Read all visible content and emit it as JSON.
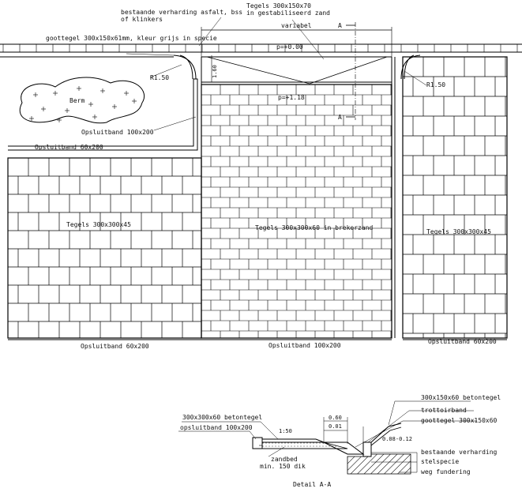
{
  "labels": {
    "existing_paving": "bestaande verharding asfalt, bss",
    "existing_paving_2": "of klinkers",
    "gutter_tile": "goottegel 300x150x61mm, kleur grijs in specie",
    "tiles_top": "Tegels 300x150x70",
    "tiles_top_2": "in gestabiliseerd zand",
    "variable": "variabel",
    "section_marker": "A",
    "level_zero": "p=+0.00",
    "level_center": "p=+1.18",
    "dim_vertical": "1.60",
    "radius_left": "R1.50",
    "radius_right": "R1.50",
    "berm": "Berm",
    "edge_band_1": "Opsluitband 100x200",
    "edge_band_2": "Opsluitband 60x200",
    "tiles_left": "Tegels 300x300x45",
    "tiles_center": "Tegels 300x300x60 in brekerzand",
    "tiles_right": "Tegels 300x300x45",
    "bottom_left": "Opsluitband 60x200",
    "bottom_center": "Opsluitband 100x200",
    "bottom_right": "Opsluitband 60x200"
  },
  "detail": {
    "title": "Detail A-A",
    "left_tile": "300x300x60 betontegel",
    "left_band": "opsluitband 100x200",
    "slope": "1:50",
    "sand_bed": "zandbed",
    "sand_bed_2": "min. 150 dik",
    "dim_top": "0.60",
    "dim_mid": "0.01",
    "dim_side": "0.08-0.12",
    "right_tile": "300x150x60 betontegel",
    "curb": "trottoirband",
    "gutter": "goottegel 300x150x60",
    "existing": "bestaande verharding",
    "mortar": "stelspecie",
    "foundation": "weg fundering"
  }
}
